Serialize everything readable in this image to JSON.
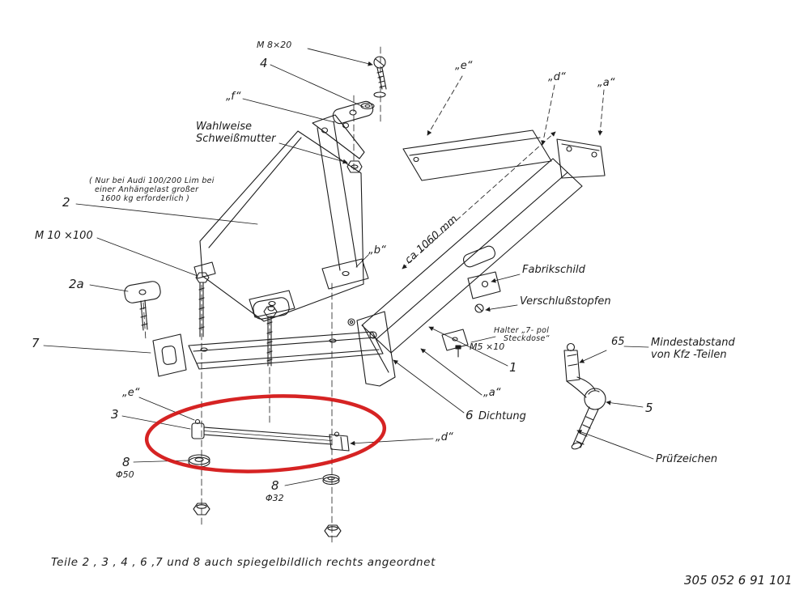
{
  "colors": {
    "ink": "#1c1c1c",
    "paper": "#ffffff",
    "highlight": "#d41717"
  },
  "labels": {
    "m8x20": "M 8×20",
    "part_4": "4",
    "ref_f": "„f“",
    "ref_e_top": "„e“",
    "ref_d_top": "„d“",
    "ref_a_top": "„a“",
    "wahlweise_1": "Wahlweise",
    "wahlweise_2": "Schweißmutter",
    "note_1": "( Nur  bei  Audi  100/200  Lim  bei",
    "note_2": "einer  Anhängelast  großer",
    "note_3": "1600  kg  erforderlich )",
    "part_2": "2",
    "m10x100": "M 10 ×100",
    "ref_b": "„b“",
    "dim_beam": "ca 1060 mm",
    "fabrikschild": "Fabrikschild",
    "verschlussstopfen": "Verschlußstopfen",
    "part_2a": "2a",
    "halter_1": "Halter   „7- pol",
    "halter_2": "Steckdose“",
    "m5x10": "M5 ×10",
    "part_7": "7",
    "dim_65": "65",
    "mindestabstand_1": "Mindestabstand",
    "mindestabstand_2": "von  Kfz -Teilen",
    "part_1": "1",
    "ref_e_bottom": "„e“",
    "ref_a_bottom": "„a“",
    "part_3": "3",
    "part_6": "6",
    "dichtung": "Dichtung",
    "ref_d_bottom": "„d“",
    "part_5": "5",
    "part_8_left": "8",
    "phi50": "Φ50",
    "part_8_right": "8",
    "phi32": "Φ32",
    "pruefzeichen": "Prüfzeichen",
    "footer_note": "Teile   2 , 3 , 4 , 6 ,7 und  8  auch  spiegelbildlich  rechts  angeordnet",
    "doc_number": "305 052 6 91 101"
  }
}
